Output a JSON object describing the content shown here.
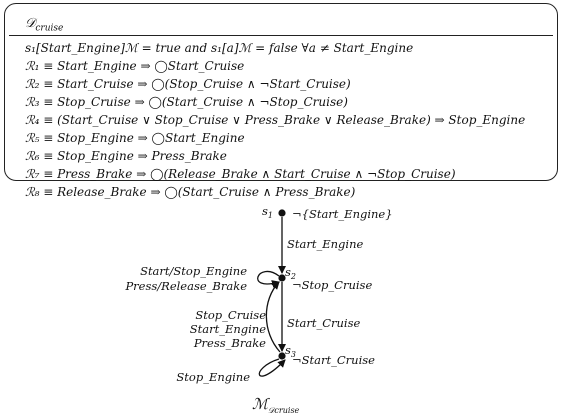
{
  "spec": {
    "title": "𝒟",
    "title_sub": "cruise",
    "rules": [
      "s₁[Start_Engine]ℳ = true  and  s₁[a]ℳ = false ∀a ≠ Start_Engine",
      "ℛ₁ ≡ Start_Engine ⇒ ◯Start_Cruise",
      "ℛ₂ ≡ Start_Cruise ⇒ ◯(Stop_Cruise ∧ ¬Start_Cruise)",
      "ℛ₃ ≡ Stop_Cruise ⇒ ◯(Start_Cruise ∧ ¬Stop_Cruise)",
      "ℛ₄ ≡ (Start_Cruise ∨ Stop_Cruise ∨ Press_Brake ∨ Release_Brake) ⇒ Stop_Engine",
      "ℛ₅ ≡ Stop_Engine ⇒ ◯Start_Engine",
      "ℛ₆ ≡ Stop_Engine ⇒ Press_Brake",
      "ℛ₇ ≡ Press_Brake ⇒ ◯(Release_Brake ∧ Start_Cruise ∧ ¬Stop_Cruise)",
      "ℛ₈ ≡ Release_Brake ⇒ ◯(Start_Cruise ∧ Press_Brake)"
    ]
  },
  "model": {
    "states": [
      {
        "id": "s1",
        "label": "s",
        "sub": "1",
        "annotation": "¬{Start_Engine}"
      },
      {
        "id": "s2",
        "label": "s",
        "sub": "2",
        "annotation": "¬Stop_Cruise"
      },
      {
        "id": "s3",
        "label": "s",
        "sub": "3",
        "annotation": "¬Start_Cruise"
      }
    ],
    "edges": {
      "s1_s2": "Start_Engine",
      "s2_s3": "Start_Cruise",
      "s3_s2": [
        "Stop_Cruise",
        "Start_Engine",
        "Press_Brake"
      ],
      "s2_self": [
        "Start/Stop_Engine",
        "Press/Release_Brake"
      ],
      "s3_self": "Stop_Engine"
    },
    "caption": "ℳ",
    "caption_sub": "𝒟cruise"
  }
}
